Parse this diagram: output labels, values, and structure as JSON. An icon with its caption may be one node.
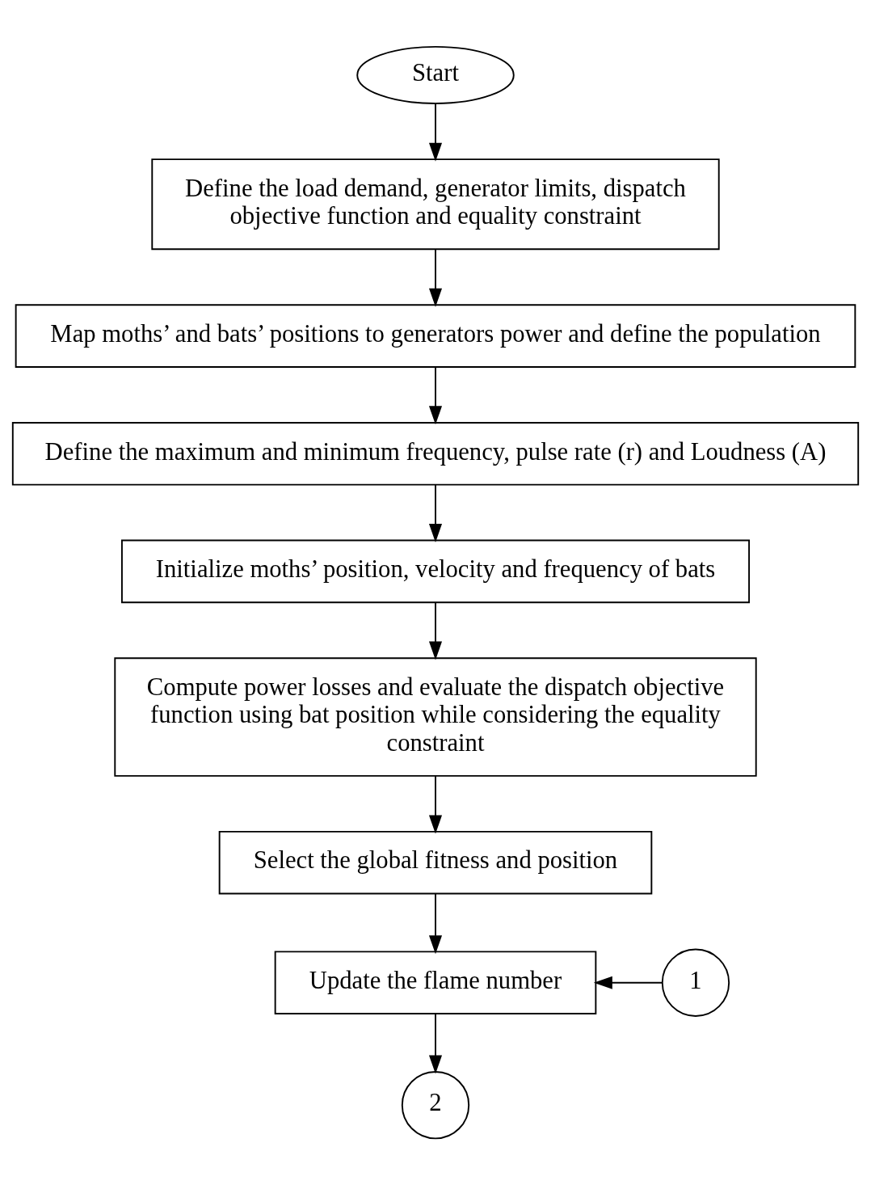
{
  "diagram": {
    "nodes": [
      {
        "text": [
          "Start"
        ]
      },
      {
        "text": [
          "Define the load demand, generator limits, dispatch objective function and equality constraint"
        ]
      },
      {
        "text": [
          "Map moths’ and bats’ positions to generators power and define the population"
        ]
      },
      {
        "text": [
          "Define the maximum and minimum frequency, pulse rate (r) and Loudness (A)"
        ]
      },
      {
        "text": [
          "Initialize moths’ position, velocity and frequency of bats"
        ]
      },
      {
        "text": [
          "Compute power losses and evaluate the dispatch objective function using bat position while considering the equality constraint"
        ]
      },
      {
        "text": [
          "Select the global fitness and position"
        ]
      },
      {
        "text": [
          "Update the flame number"
        ]
      },
      {
        "text": [
          "1"
        ]
      },
      {
        "text": [
          "2"
        ]
      }
    ],
    "edges": [
      {
        "from": 0,
        "to": 1,
        "arrow": "to"
      },
      {
        "from": 1,
        "to": 2,
        "arrow": "to"
      },
      {
        "from": 2,
        "to": 3,
        "arrow": "to"
      },
      {
        "from": 3,
        "to": 4,
        "arrow": "to"
      },
      {
        "from": 4,
        "to": 5,
        "arrow": "to"
      },
      {
        "from": 5,
        "to": 6,
        "arrow": "to"
      },
      {
        "from": 6,
        "to": 7,
        "arrow": "to"
      },
      {
        "from": 8,
        "to": 7,
        "arrow": "to"
      },
      {
        "from": 7,
        "to": 9,
        "arrow": "to"
      }
    ]
  }
}
